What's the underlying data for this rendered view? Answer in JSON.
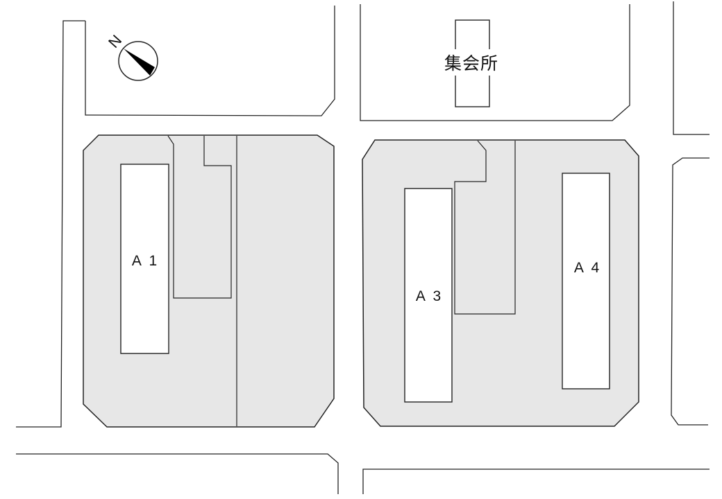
{
  "plan": {
    "labels": {
      "north": "N",
      "meeting_hall": "集会所",
      "a1": "A 1",
      "a3": "A 3",
      "a4": "A 4"
    }
  },
  "colors": {
    "line": "#222222",
    "block-fill": "#e7e7e7",
    "building-fill": "#ffffff",
    "needle-fill": "#000000",
    "background": "#ffffff"
  }
}
